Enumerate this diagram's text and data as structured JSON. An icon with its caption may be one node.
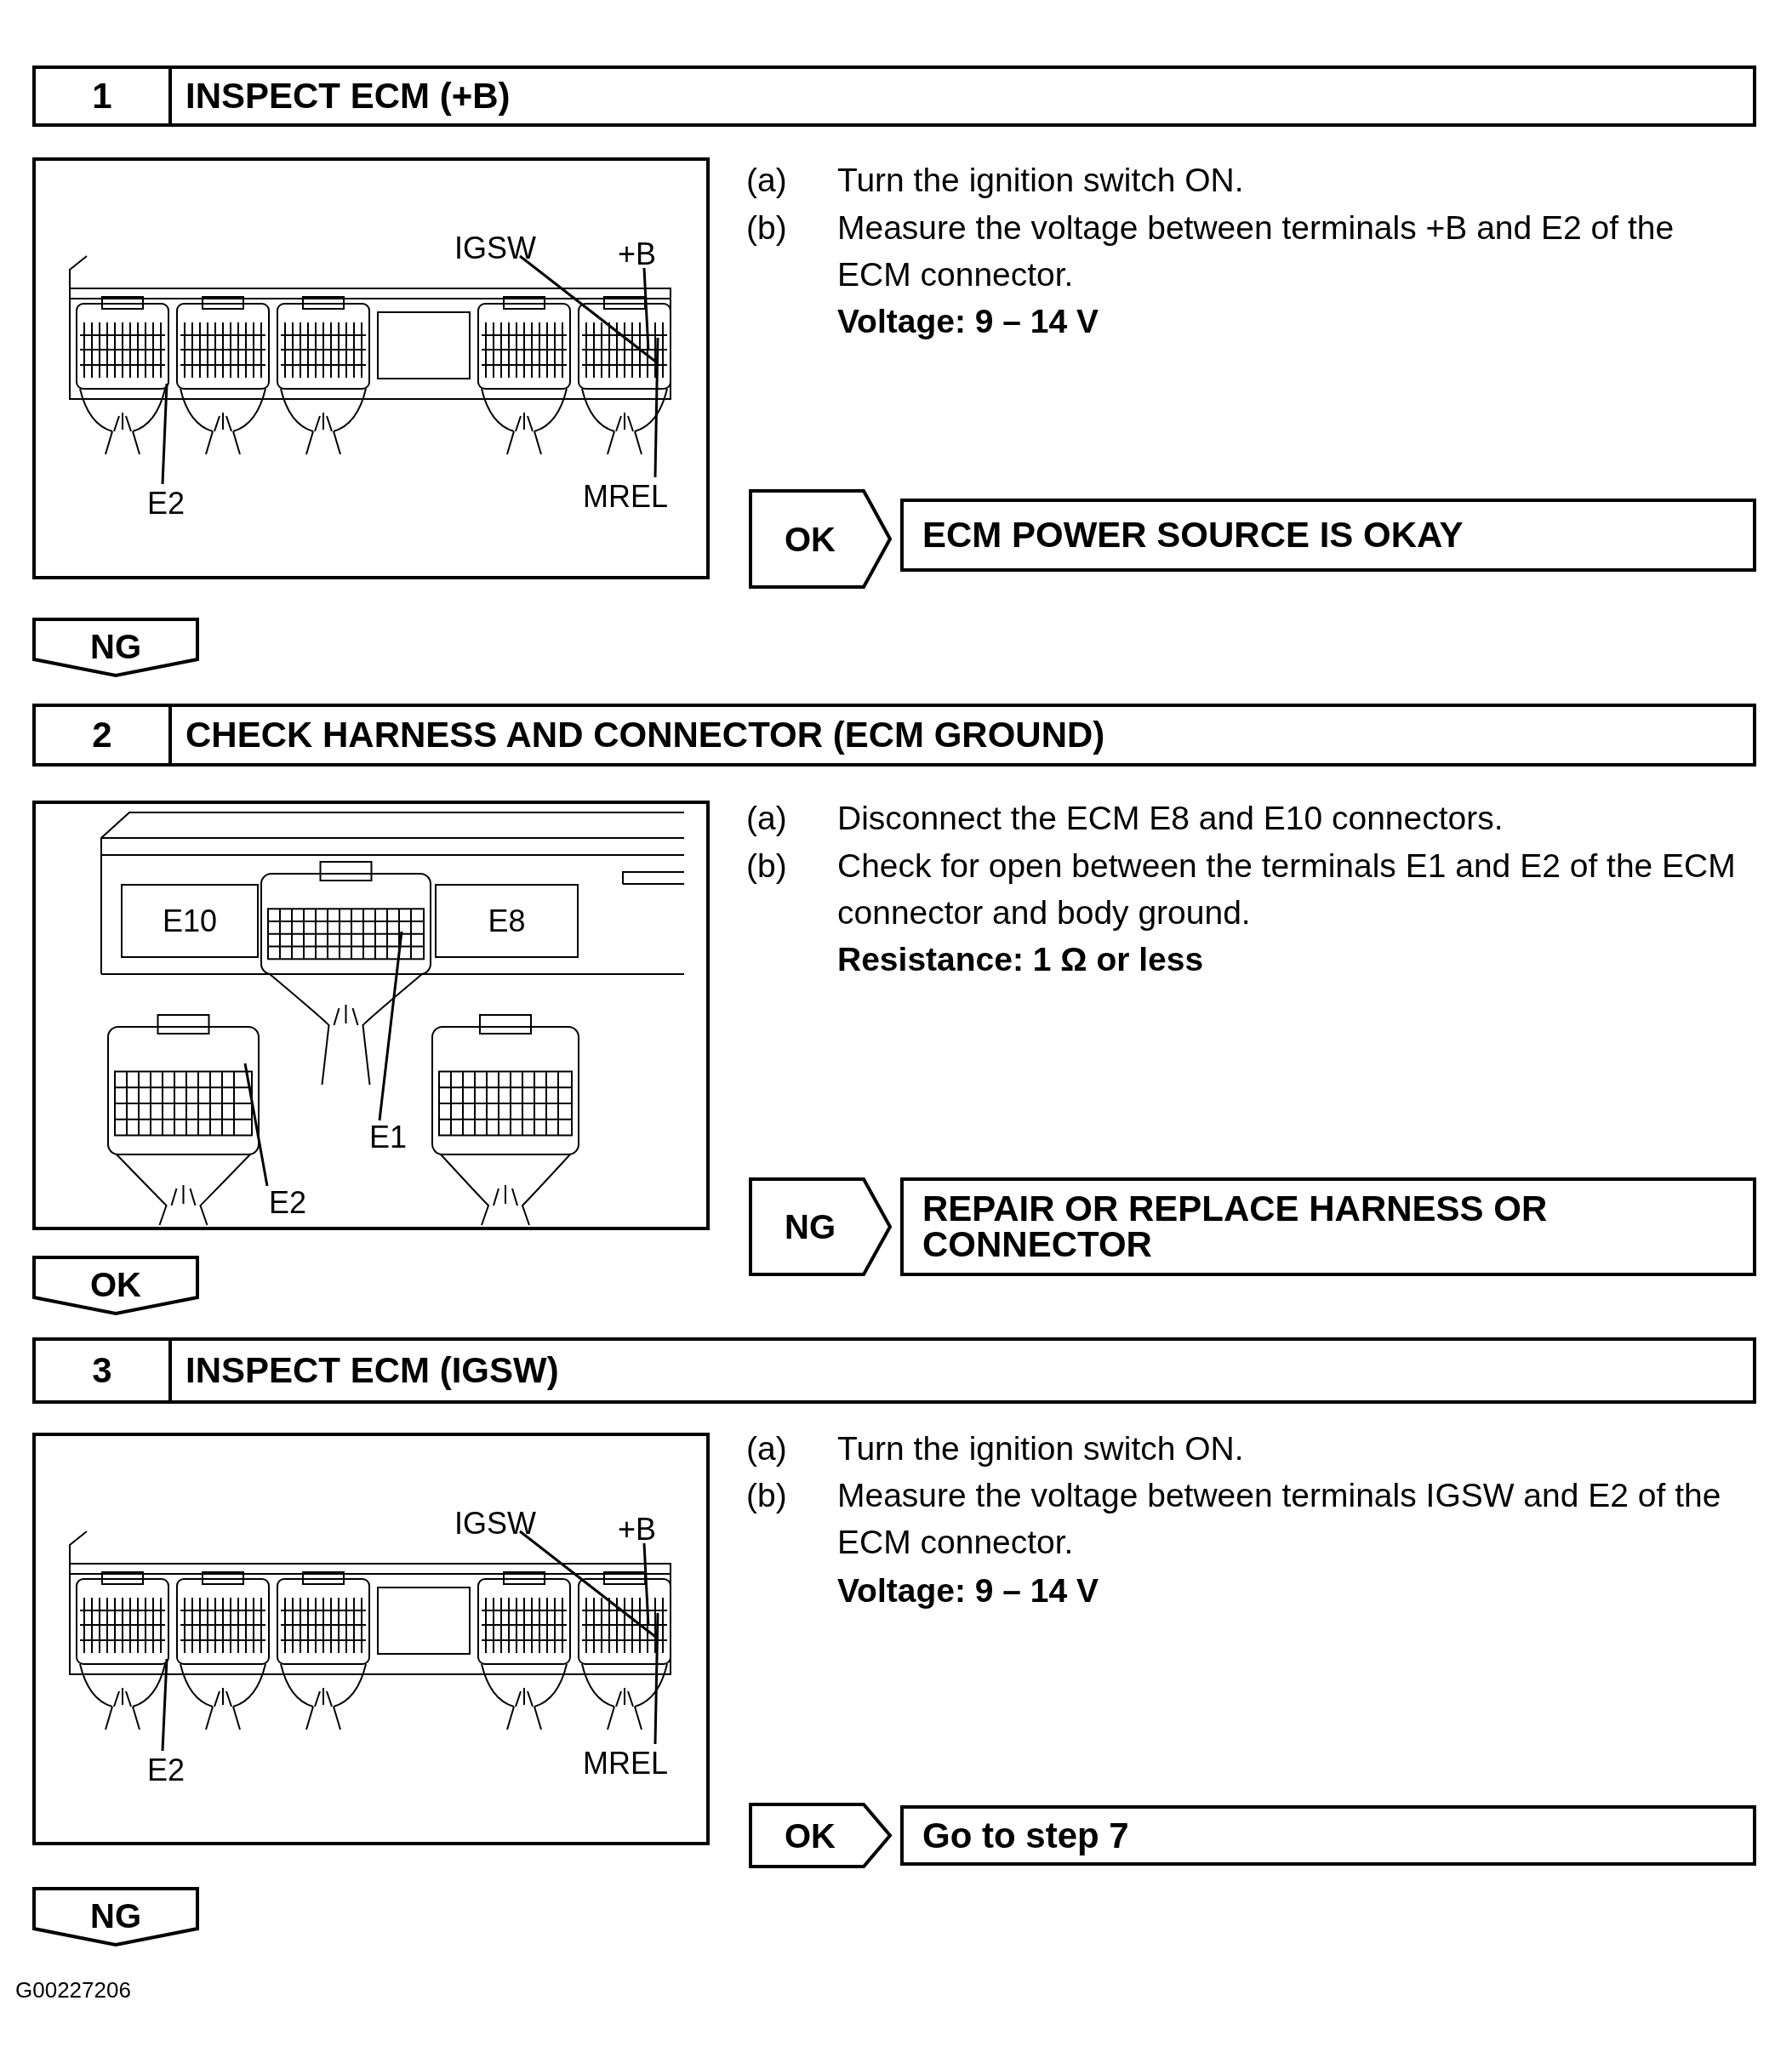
{
  "diagram": {
    "nodes": [
      {
        "text": [
          "1",
          "INSPECT ECM (+B)"
        ]
      },
      {
        "text": [],
        "shape": "box"
      },
      {
        "text": [
          "IGSW"
        ],
        "in": 1
      },
      {
        "text": [
          "+B"
        ],
        "in": 1
      },
      {
        "text": [
          "E2"
        ],
        "in": 1
      },
      {
        "text": [
          "MREL"
        ],
        "in": 1
      },
      {
        "text": [
          "OK"
        ]
      },
      {
        "text": [
          "ECM POWER SOURCE IS OKAY"
        ]
      },
      {
        "text": [
          "NG"
        ]
      },
      {
        "text": [
          "2",
          "CHECK HARNESS AND CONNECTOR (ECM GROUND)"
        ]
      },
      {
        "text": [],
        "shape": "box"
      },
      {
        "text": [
          "E10"
        ],
        "in": 10
      },
      {
        "text": [
          "E8"
        ],
        "in": 10
      },
      {
        "text": [
          "E1"
        ],
        "in": 10
      },
      {
        "text": [
          "E2"
        ],
        "in": 10
      },
      {
        "text": [
          "NG"
        ]
      },
      {
        "text": [
          "REPAIR OR REPLACE HARNESS OR CONNECTOR"
        ]
      },
      {
        "text": [
          "OK"
        ]
      },
      {
        "text": [
          "3",
          "INSPECT ECM (IGSW)"
        ]
      },
      {
        "text": [],
        "shape": "box"
      },
      {
        "text": [
          "IGSW"
        ],
        "in": 19
      },
      {
        "text": [
          "+B"
        ],
        "in": 19
      },
      {
        "text": [
          "E2"
        ],
        "in": 19
      },
      {
        "text": [
          "MREL"
        ],
        "in": 19
      },
      {
        "text": [
          "OK"
        ]
      },
      {
        "text": [
          "Go to step 7"
        ]
      },
      {
        "text": [
          "NG"
        ]
      }
    ],
    "edges": [
      {
        "from": 2,
        "to": null,
        "arrow": "none"
      },
      {
        "from": 3,
        "to": null,
        "arrow": "none"
      },
      {
        "from": 4,
        "to": null,
        "arrow": "none"
      },
      {
        "from": 5,
        "to": null,
        "arrow": "none"
      },
      {
        "from": 13,
        "to": null,
        "arrow": "none"
      },
      {
        "from": 14,
        "to": null,
        "arrow": "none"
      },
      {
        "from": 20,
        "to": null,
        "arrow": "none"
      },
      {
        "from": 21,
        "to": null,
        "arrow": "none"
      },
      {
        "from": 22,
        "to": null,
        "arrow": "none"
      },
      {
        "from": 23,
        "to": null,
        "arrow": "none"
      }
    ],
    "labels": [
      "(a)",
      "Turn the ignition switch ON.",
      "(b)",
      "Measure the voltage between terminals +B and E2 of the ECM connector.",
      "Voltage: 9 – 14 V",
      "(a)",
      "Disconnect the ECM E8 and E10 connectors.",
      "(b)",
      "Check for open between the terminals E1 and E2 of the ECM connector and body ground.",
      "Resistance: 1 Ω or less",
      "(a)",
      "Turn the ignition switch ON.",
      "(b)",
      "Measure the voltage between terminals IGSW and E2 of the ECM connector.",
      "Voltage: 9 – 14 V",
      "G00227206"
    ]
  }
}
